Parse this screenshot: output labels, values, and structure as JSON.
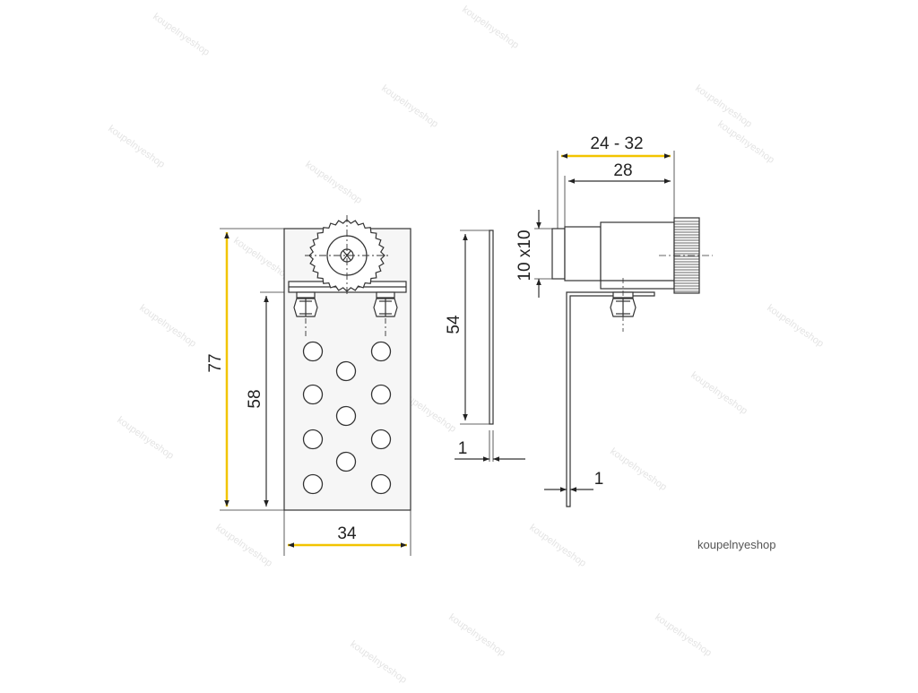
{
  "watermark": "koupelnyeshop",
  "brand_label": "koupelnyeshop",
  "dimensions": {
    "height_total": "77",
    "height_plate": "58",
    "width_plate": "34",
    "side_height": "54",
    "side_thickness": "1",
    "bend_thickness": "1",
    "adjust_range": "24 - 32",
    "depth": "28",
    "nut_size": "10 x10"
  },
  "colors": {
    "yellow_dim": "#f2c400",
    "line": "#333333",
    "plate_fill": "#f5f5f5"
  }
}
